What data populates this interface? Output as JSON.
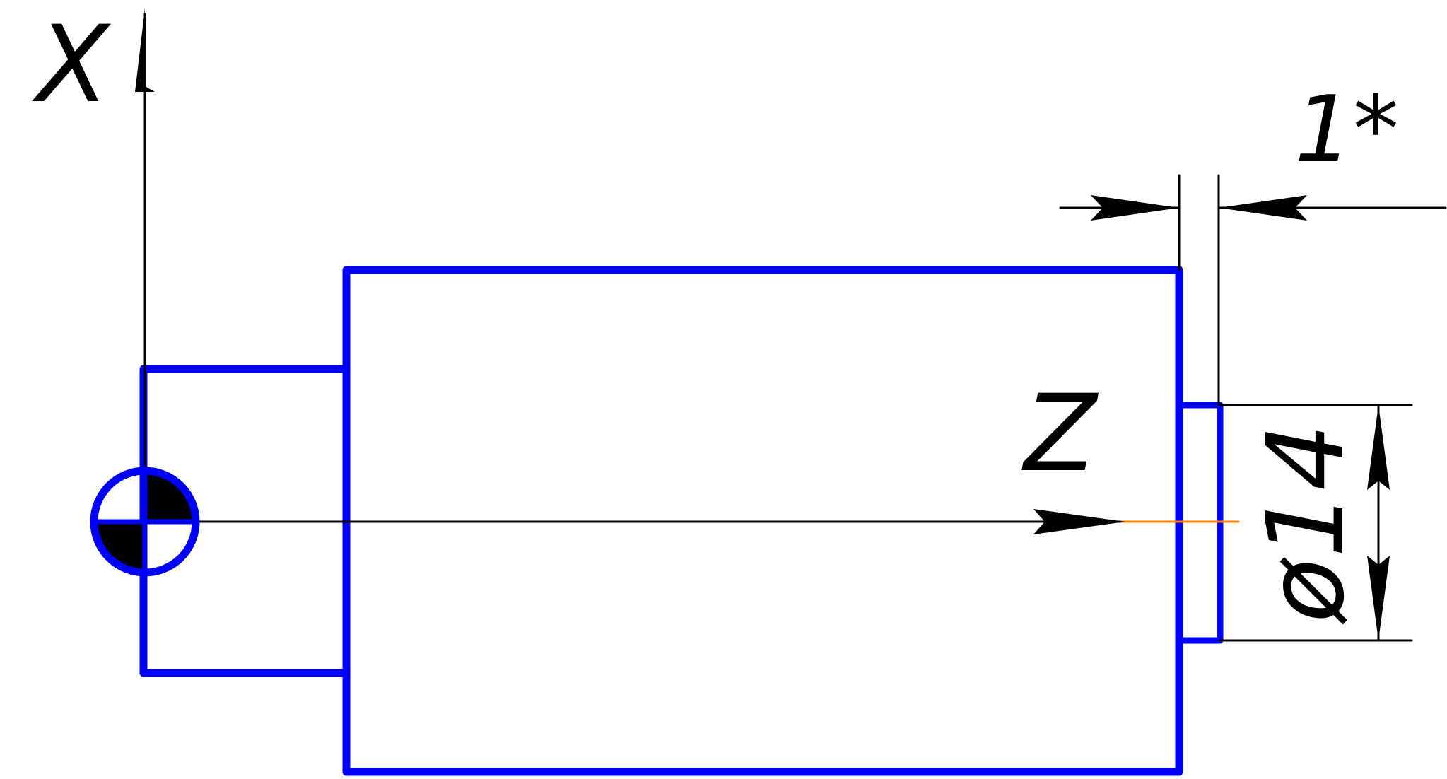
{
  "axes": {
    "x_label": "X",
    "z_label": "Z"
  },
  "dimensions": {
    "length_value": "1*",
    "diameter_symbol": "ø",
    "diameter_value": "14"
  },
  "colors": {
    "outline": "#0000ff",
    "dimension": "#000000",
    "centerline": "#ff8000",
    "background": "#ffffff"
  },
  "icons": {
    "origin_marker": "workpiece-zero-point-icon"
  }
}
